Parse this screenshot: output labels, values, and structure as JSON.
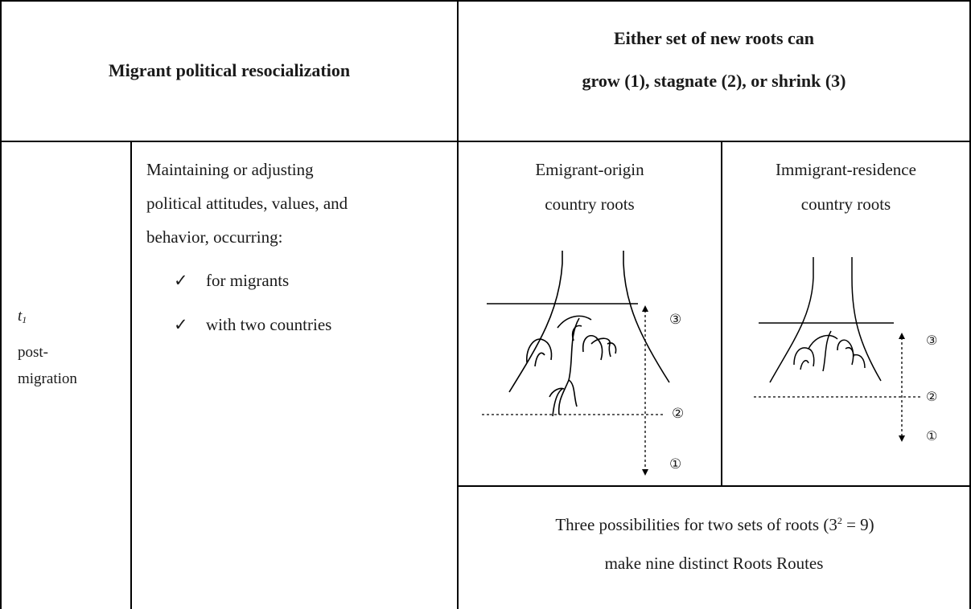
{
  "header": {
    "left_title": "Migrant political resocialization",
    "right_title_line1": "Either set of new roots can",
    "right_title_line2": "grow (1), stagnate (2), or shrink (3)"
  },
  "time_label": {
    "var": "t",
    "sub": "1",
    "line1": "post-",
    "line2": "migration"
  },
  "description": {
    "line1": "Maintaining or adjusting",
    "line2": "political attitudes, values, and",
    "line3": "behavior, occurring:",
    "check_glyph": "✓",
    "bullets": [
      "for migrants",
      "with two countries"
    ]
  },
  "columns": {
    "origin_line1": "Emigrant-origin",
    "origin_line2": "country roots",
    "residence_line1": "Immigrant-residence",
    "residence_line2": "country roots"
  },
  "figure_markers": [
    "③",
    "②",
    "①"
  ],
  "summary": {
    "line1_pre": "Three possibilities for two sets of roots (3",
    "line1_sup": "2",
    "line1_post": " = 9)",
    "line2": "make nine distinct Roots Routes"
  }
}
